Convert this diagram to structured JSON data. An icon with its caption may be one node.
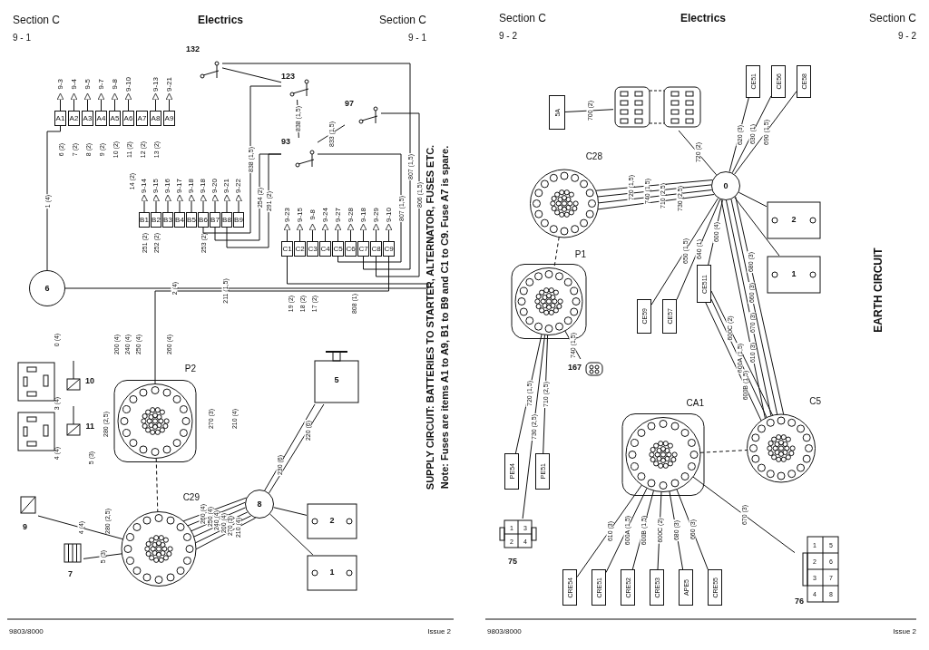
{
  "diagram": {
    "nodes": [
      {
        "text": [
          "A1"
        ]
      },
      {
        "text": [
          "A2"
        ]
      },
      {
        "text": [
          "A3"
        ]
      },
      {
        "text": [
          "A4"
        ]
      },
      {
        "text": [
          "A5"
        ]
      },
      {
        "text": [
          "A6"
        ]
      },
      {
        "text": [
          "A7"
        ]
      },
      {
        "text": [
          "A8"
        ]
      },
      {
        "text": [
          "A9"
        ]
      },
      {
        "text": [
          "B1"
        ]
      },
      {
        "text": [
          "B2"
        ]
      },
      {
        "text": [
          "B3"
        ]
      },
      {
        "text": [
          "B4"
        ]
      },
      {
        "text": [
          "B5"
        ]
      },
      {
        "text": [
          "B6"
        ]
      },
      {
        "text": [
          "B7"
        ]
      },
      {
        "text": [
          "B8"
        ]
      },
      {
        "text": [
          "B9"
        ]
      },
      {
        "text": [
          "C1"
        ]
      },
      {
        "text": [
          "C2"
        ]
      },
      {
        "text": [
          "C3"
        ]
      },
      {
        "text": [
          "C4"
        ]
      },
      {
        "text": [
          "C5"
        ]
      },
      {
        "text": [
          "C6"
        ]
      },
      {
        "text": [
          "C7"
        ]
      },
      {
        "text": [
          "C8"
        ]
      },
      {
        "text": [
          "C9"
        ]
      },
      {
        "text": [
          "6"
        ]
      },
      {
        "text": [
          "132"
        ]
      },
      {
        "text": [
          "123"
        ]
      },
      {
        "text": [
          "93"
        ]
      },
      {
        "text": [
          "97"
        ]
      },
      {
        "text": [
          "10"
        ]
      },
      {
        "text": [
          "11"
        ]
      },
      {
        "text": [
          "P2"
        ]
      },
      {
        "text": [
          "C29"
        ]
      },
      {
        "text": [
          "5"
        ]
      },
      {
        "text": [
          "8"
        ]
      },
      {
        "text": [
          "2"
        ]
      },
      {
        "text": [
          "1"
        ]
      },
      {
        "text": [
          "9"
        ]
      },
      {
        "text": [
          "7"
        ]
      },
      {
        "text": [
          "5A"
        ]
      },
      {
        "text": [],
        "shape": "picture"
      },
      {
        "text": [
          "CE51"
        ]
      },
      {
        "text": [
          "CE56"
        ]
      },
      {
        "text": [
          "CE58"
        ]
      },
      {
        "text": [
          "0"
        ]
      },
      {
        "text": [
          "C28"
        ]
      },
      {
        "text": [
          "P1"
        ]
      },
      {
        "text": [
          "2"
        ]
      },
      {
        "text": [
          "1"
        ]
      },
      {
        "text": [
          "CE59"
        ]
      },
      {
        "text": [
          "CE57"
        ]
      },
      {
        "text": [
          "CE511"
        ]
      },
      {
        "text": [
          "167"
        ]
      },
      {
        "text": [
          "PE54"
        ]
      },
      {
        "text": [
          "PE51"
        ]
      },
      {
        "text": [
          "CA1"
        ]
      },
      {
        "text": [
          "C5"
        ]
      },
      {
        "text": [
          "75"
        ]
      },
      {
        "text": [
          "76"
        ]
      },
      {
        "text": [
          "CRE54"
        ]
      },
      {
        "text": [
          "CRE51"
        ]
      },
      {
        "text": [
          "CRE52"
        ]
      },
      {
        "text": [
          "CRE53"
        ]
      },
      {
        "text": [
          "APE5"
        ]
      },
      {
        "text": [
          "CRE55"
        ]
      },
      {
        "text": [
          "9-3"
        ]
      },
      {
        "text": [
          "9-4"
        ]
      },
      {
        "text": [
          "9-5"
        ]
      },
      {
        "text": [
          "9-7"
        ]
      },
      {
        "text": [
          "9-8"
        ]
      },
      {
        "text": [
          "9-10"
        ]
      },
      {
        "text": [
          "9-13"
        ]
      },
      {
        "text": [
          "9-21"
        ]
      },
      {
        "text": [
          "9-14"
        ]
      },
      {
        "text": [
          "9-15"
        ]
      },
      {
        "text": [
          "9-16"
        ]
      },
      {
        "text": [
          "9-17"
        ]
      },
      {
        "text": [
          "9-18"
        ]
      },
      {
        "text": [
          "9-18"
        ]
      },
      {
        "text": [
          "9-20"
        ]
      },
      {
        "text": [
          "9-21"
        ]
      },
      {
        "text": [
          "9-22"
        ]
      },
      {
        "text": [
          "9-23"
        ]
      },
      {
        "text": [
          "9-15"
        ]
      },
      {
        "text": [
          "9-8"
        ]
      },
      {
        "text": [
          "9-24"
        ]
      },
      {
        "text": [
          "9-27"
        ]
      },
      {
        "text": [
          "9-28"
        ]
      },
      {
        "text": [
          "9-18"
        ]
      },
      {
        "text": [
          "9-29"
        ]
      },
      {
        "text": [
          "9-10"
        ]
      }
    ],
    "edges": [
      {
        "from": 0,
        "to": 68,
        "arrow": "to"
      },
      {
        "from": 1,
        "to": 69,
        "arrow": "to"
      },
      {
        "from": 2,
        "to": 70,
        "arrow": "to"
      },
      {
        "from": 3,
        "to": 71,
        "arrow": "to"
      },
      {
        "from": 4,
        "to": 72,
        "arrow": "to"
      },
      {
        "from": 5,
        "to": 73,
        "arrow": "to"
      },
      {
        "from": 7,
        "to": 74,
        "arrow": "to"
      },
      {
        "from": 8,
        "to": 75,
        "arrow": "to"
      },
      {
        "from": 9,
        "to": 76,
        "arrow": "to"
      },
      {
        "from": 10,
        "to": 77,
        "arrow": "to"
      },
      {
        "from": 11,
        "to": 78,
        "arrow": "to"
      },
      {
        "from": 12,
        "to": 79,
        "arrow": "to"
      },
      {
        "from": 13,
        "to": 80,
        "arrow": "to"
      },
      {
        "from": 14,
        "to": 81,
        "arrow": "to"
      },
      {
        "from": 15,
        "to": 82,
        "arrow": "to"
      },
      {
        "from": 16,
        "to": 83,
        "arrow": "to"
      },
      {
        "from": 17,
        "to": 84,
        "arrow": "to"
      },
      {
        "from": 18,
        "to": 85,
        "arrow": "to"
      },
      {
        "from": 19,
        "to": 86,
        "arrow": "to"
      },
      {
        "from": 20,
        "to": 87,
        "arrow": "to"
      },
      {
        "from": 21,
        "to": 88,
        "arrow": "to"
      },
      {
        "from": 22,
        "to": 89,
        "arrow": "to"
      },
      {
        "from": 23,
        "to": 90,
        "arrow": "to"
      },
      {
        "from": 24,
        "to": 91,
        "arrow": "to"
      },
      {
        "from": 25,
        "to": 92,
        "arrow": "to"
      },
      {
        "from": 26,
        "to": 93,
        "arrow": "to"
      },
      {
        "from": 27,
        "to": 0,
        "arrow": "none",
        "label": "1 (4)"
      },
      {
        "from": 14,
        "to": 29,
        "arrow": "none",
        "label": "838 (1,5)"
      },
      {
        "from": 15,
        "to": 30,
        "arrow": "none",
        "label": "254 (2)"
      },
      {
        "from": 29,
        "to": 30,
        "arrow": "none",
        "label": "838 (1,5)"
      },
      {
        "from": 30,
        "to": 31,
        "arrow": "none",
        "label": "833 (1,5)"
      },
      {
        "from": 16,
        "to": 30,
        "arrow": "none",
        "label": "291 (2)"
      },
      {
        "from": 30,
        "to": 22,
        "arrow": "none",
        "label": "807 (1,5)"
      },
      {
        "from": 28,
        "to": 24,
        "arrow": "none",
        "label": "807 (1,5)"
      },
      {
        "from": 31,
        "to": 25,
        "arrow": "none",
        "label": "806 (1,5)"
      },
      {
        "from": 18,
        "to": 27,
        "arrow": "none",
        "label": "2 (4)"
      },
      {
        "from": 26,
        "to": 34,
        "arrow": "none",
        "label": "211 (1,5)"
      },
      {
        "from": 34,
        "to": 35,
        "arrow": "none",
        "style": "dashed"
      },
      {
        "from": 36,
        "to": 37,
        "arrow": "none",
        "label": "220 (6)"
      },
      {
        "from": 36,
        "to": 37,
        "arrow": "none",
        "label": "230 (6)"
      },
      {
        "from": 37,
        "to": 38,
        "arrow": "none"
      },
      {
        "from": 37,
        "to": 39,
        "arrow": "none"
      },
      {
        "from": 37,
        "to": 35,
        "arrow": "none",
        "label": "210 (4)"
      },
      {
        "from": 37,
        "to": 35,
        "arrow": "none",
        "label": "270 (3)"
      },
      {
        "from": 37,
        "to": 35,
        "arrow": "none",
        "label": "200 (4)"
      },
      {
        "from": 37,
        "to": 35,
        "arrow": "none",
        "label": "240 (4)"
      },
      {
        "from": 37,
        "to": 35,
        "arrow": "none",
        "label": "250 (4)"
      },
      {
        "from": 37,
        "to": 35,
        "arrow": "none",
        "label": "260 (4)"
      },
      {
        "from": 35,
        "to": 40,
        "arrow": "none",
        "label": "4 (4)"
      },
      {
        "from": 35,
        "to": 41,
        "arrow": "none",
        "label": "5 (3)"
      },
      {
        "from": 28,
        "to": 29,
        "arrow": "none"
      },
      {
        "from": 42,
        "to": 43,
        "arrow": "none",
        "label": "700 (2)"
      },
      {
        "from": 43,
        "to": 47,
        "arrow": "none",
        "label": "720 (2)"
      },
      {
        "from": 44,
        "to": 47,
        "arrow": "none",
        "label": "620 (3)"
      },
      {
        "from": 45,
        "to": 47,
        "arrow": "none",
        "label": "630 (1)"
      },
      {
        "from": 46,
        "to": 47,
        "arrow": "none",
        "label": "690 (1,5)"
      },
      {
        "from": 48,
        "to": 47,
        "arrow": "none",
        "label": "720 (1,5)"
      },
      {
        "from": 48,
        "to": 47,
        "arrow": "none",
        "label": "740 (1,5)"
      },
      {
        "from": 48,
        "to": 47,
        "arrow": "none",
        "label": "710 (2,5)"
      },
      {
        "from": 48,
        "to": 47,
        "arrow": "none",
        "label": "730 (2,5)"
      },
      {
        "from": 47,
        "to": 50,
        "arrow": "none"
      },
      {
        "from": 47,
        "to": 51,
        "arrow": "none"
      },
      {
        "from": 52,
        "to": 47,
        "arrow": "none",
        "label": "650 (1,5)"
      },
      {
        "from": 53,
        "to": 47,
        "arrow": "none",
        "label": "640 (1)"
      },
      {
        "from": 54,
        "to": 47,
        "arrow": "none",
        "label": "600 (4)"
      },
      {
        "from": 54,
        "to": 59,
        "arrow": "none",
        "label": "600C (2)"
      },
      {
        "from": 54,
        "to": 59,
        "arrow": "none",
        "label": "600A (1,5)"
      },
      {
        "from": 54,
        "to": 59,
        "arrow": "none",
        "label": "600B (1,5)"
      },
      {
        "from": 47,
        "to": 59,
        "arrow": "none",
        "label": "680 (3)"
      },
      {
        "from": 47,
        "to": 59,
        "arrow": "none",
        "label": "660 (3)"
      },
      {
        "from": 47,
        "to": 59,
        "arrow": "none",
        "label": "670 (3)"
      },
      {
        "from": 47,
        "to": 59,
        "arrow": "none",
        "label": "610 (3)"
      },
      {
        "from": 48,
        "to": 49,
        "arrow": "none",
        "style": "dashed"
      },
      {
        "from": 49,
        "to": 55,
        "arrow": "none",
        "label": "740 (1,5)"
      },
      {
        "from": 49,
        "to": 56,
        "arrow": "none",
        "label": "720 (1,5)"
      },
      {
        "from": 49,
        "to": 57,
        "arrow": "none",
        "label": "710 (2,5)"
      },
      {
        "from": 49,
        "to": 60,
        "arrow": "none",
        "label": "730 (2,5)"
      },
      {
        "from": 58,
        "to": 59,
        "arrow": "none",
        "style": "dashed"
      },
      {
        "from": 58,
        "to": 62,
        "arrow": "none",
        "label": "610 (3)"
      },
      {
        "from": 58,
        "to": 63,
        "arrow": "none",
        "label": "600A (1,5)"
      },
      {
        "from": 58,
        "to": 64,
        "arrow": "none",
        "label": "600B (1,5)"
      },
      {
        "from": 58,
        "to": 65,
        "arrow": "none",
        "label": "600C (2)"
      },
      {
        "from": 58,
        "to": 66,
        "arrow": "none",
        "label": "680 (3)"
      },
      {
        "from": 58,
        "to": 67,
        "arrow": "none",
        "label": "660 (3)"
      },
      {
        "from": 58,
        "to": 61,
        "arrow": "none",
        "label": "670 (3)"
      }
    ],
    "labels": [
      "Section C",
      "Electrics",
      "Section C",
      "9 - 1",
      "9 - 1",
      "Section C",
      "Electrics",
      "Section C",
      "9 - 2",
      "9 - 2",
      "6 (2)",
      "7 (2)",
      "8 (2)",
      "9 (2)",
      "10 (2)",
      "11 (2)",
      "12 (2)",
      "13 (2)",
      "14 (2)",
      "251 (2)",
      "252 (2)",
      "253 (2)",
      "19 (2)",
      "18 (2)",
      "17 (2)",
      "808 (1)",
      "0 (4)",
      "3 (4)",
      "4 (4)",
      "5 (3)",
      "200 (4)",
      "240 (4)",
      "250 (4)",
      "260 (4)",
      "280 (2,5)",
      "270 (3)",
      "210 (4)",
      "280 (2,5)",
      "SUPPLY CIRCUIT: BATTERIES TO STARTER, ALTERNATOR, FUSES ETC.",
      "Note: Fuses are items A1 to A9, B1 to B9 and C1 to C9. Fuse A7 is spare.",
      "9803/8000",
      "Issue 2",
      "EARTH CIRCUIT",
      "1",
      "3",
      "2",
      "4",
      "1",
      "5",
      "2",
      "6",
      "3",
      "7",
      "4",
      "8",
      "9803/8000",
      "Issue 2"
    ]
  }
}
